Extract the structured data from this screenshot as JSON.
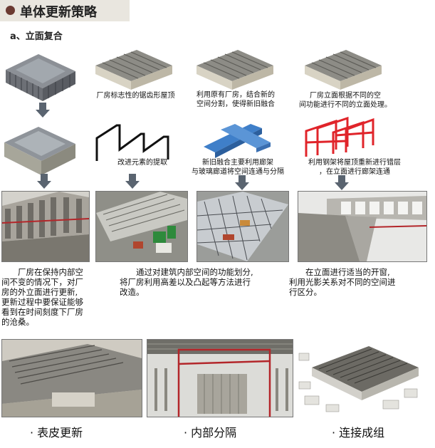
{
  "header": {
    "title": "单体更新策略"
  },
  "section": {
    "label": "a、立面复合"
  },
  "captions": {
    "sawtooth_roof": "厂房标志性的锯齿形屋顶",
    "element_extract": "改进元素的提取",
    "reuse_old": "利用原有厂房，结合新的\n空间分割，使得新旧融合",
    "corridor": "新旧融合主要利用廊架\n与玻璃廊道将空间连通与分隔",
    "facade_function": "厂房立面根据不同的空\n间功能进行不同的立面处理。",
    "steel_frame": "利用钢架将屋顶重新进行错层\n，在立面进行廊架连通"
  },
  "paragraphs": {
    "left": "　　厂房在保持内部空\n间不变的情况下，对厂\n房的外立面进行更新,\n更新过程中要保证能够\n看到在时间刻度下厂房\n的沧桑。",
    "middle": "　　通过对建筑内部空间的功能划分,\n将厂房利用高差以及凸起等方法进行\n改造。",
    "right": "　　在立面进行适当的开窗,\n利用光影关系对不同的空间进\n行区分。"
  },
  "bottom_labels": {
    "skin": "· 表皮更新",
    "interior": "· 内部分隔",
    "connect": "· 连接成组"
  },
  "colors": {
    "header_bg": "#e9e6df",
    "header_dot": "#6b3a32",
    "arrow": "#5a6470",
    "blue_beam": "#3f7fc9",
    "red_frame": "#e0242a"
  }
}
